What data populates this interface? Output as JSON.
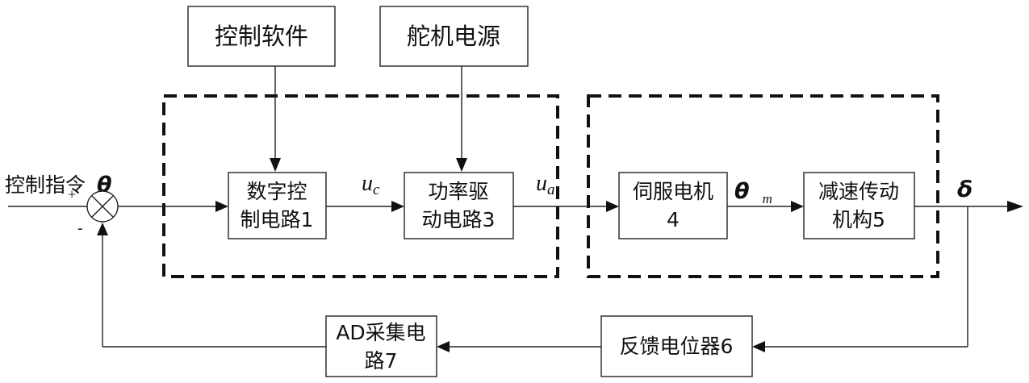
{
  "source_blocks": {
    "control_software": "控制软件",
    "servo_power": "舵机电源"
  },
  "input": {
    "label": "控制指令",
    "symbol": "θ",
    "plus": "+",
    "minus": "-"
  },
  "blocks": {
    "digital_control": {
      "line1": "数字控",
      "line2": "制电路1"
    },
    "power_drive": {
      "line1": "功率驱",
      "line2": "动电路3"
    },
    "servo_motor": {
      "line1": "伺服电机",
      "line2": "4"
    },
    "reduction_gear": {
      "line1": "减速传动",
      "line2": "机构5"
    },
    "feedback_pot": {
      "label": "反馈电位器6"
    },
    "ad_acquisition": {
      "line1": "AD采集电",
      "line2": "路7"
    }
  },
  "signals": {
    "uc_main": "u",
    "uc_sub": "c",
    "ua_main": "u",
    "ua_sub": "a",
    "theta_m_main": "θ",
    "theta_m_sub": "m",
    "output": "δ"
  }
}
